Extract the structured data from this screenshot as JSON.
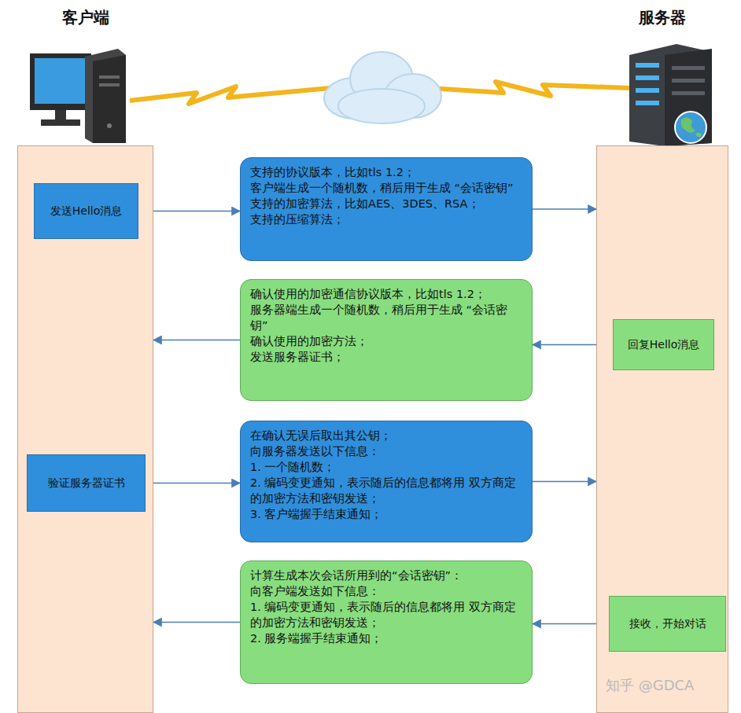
{
  "diagram": {
    "nodes": [
      {
        "text": [
          "客户端"
        ]
      },
      {
        "text": [
          "发送Hello消息"
        ],
        "in": 0
      },
      {
        "text": [
          "验证服务器证书"
        ],
        "in": 0
      },
      {
        "text": [
          "服务器"
        ]
      },
      {
        "text": [
          "回复Hello消息"
        ],
        "in": 3
      },
      {
        "text": [
          "接收，开始对话"
        ],
        "in": 3
      },
      {
        "text": [
          "支持的协议版本，比如tls 1.2；",
          "客户端生成一个随机数，稍后用于生成 “会话密钥”",
          "支持的加密算法，比如AES、3DES、RSA；",
          "支持的压缩算法；"
        ]
      },
      {
        "text": [
          "确认使用的加密通信协议版本，比如tls 1.2；",
          "服务器端生成一个随机数，稍后用于生成 “会话密钥”",
          "确认使用的加密方法；",
          "发送服务器证书；"
        ]
      },
      {
        "text": [
          "在确认无误后取出其公钥；",
          "向服务器发送以下信息：",
          "1. 一个随机数；",
          "2. 编码变更通知，表示随后的信息都将用 双方商定的加密方法和密钥发送；",
          "3. 客户端握手结束通知；"
        ]
      },
      {
        "text": [
          "计算生成本次会话所用到的“会话密钥”：",
          "向客户端发送如下信息：",
          "1. 编码变更通知，表示随后的信息都将用 双方商定的加密方法和密钥发送；",
          "2. 服务端握手结束通知；"
        ]
      }
    ],
    "edges": [
      {
        "from": 1,
        "to": 6,
        "arrow": "to"
      },
      {
        "from": 6,
        "to": 3,
        "arrow": "to"
      },
      {
        "from": 4,
        "to": 7,
        "arrow": "to"
      },
      {
        "from": 7,
        "to": 0,
        "arrow": "to"
      },
      {
        "from": 2,
        "to": 8,
        "arrow": "to"
      },
      {
        "from": 8,
        "to": 3,
        "arrow": "to"
      },
      {
        "from": 5,
        "to": 9,
        "arrow": "to"
      },
      {
        "from": 9,
        "to": 0,
        "arrow": "to"
      }
    ],
    "labels": [
      "知乎 @GDCA"
    ]
  }
}
